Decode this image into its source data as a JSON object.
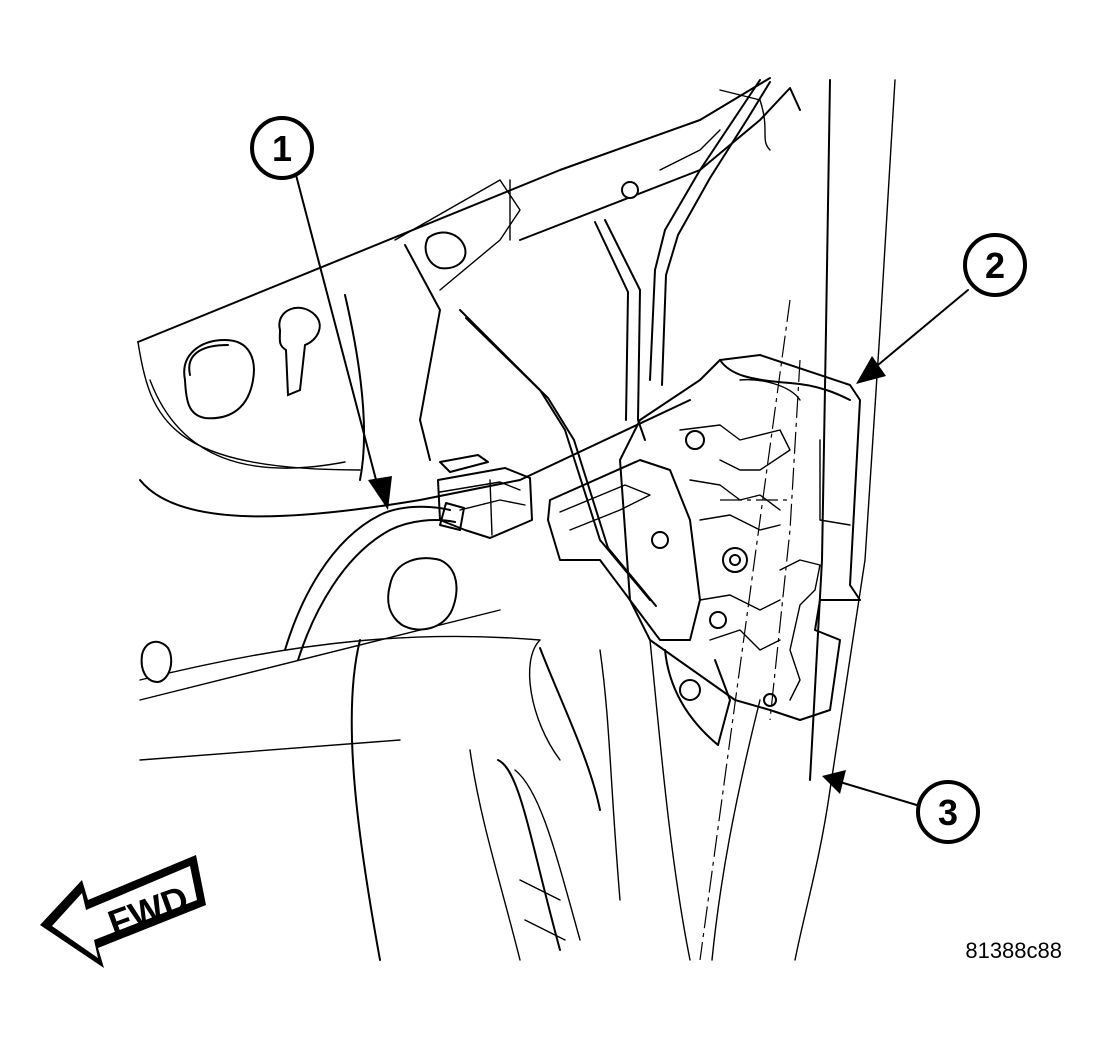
{
  "callouts": [
    {
      "id": "1",
      "label": "1"
    },
    {
      "id": "2",
      "label": "2"
    },
    {
      "id": "3",
      "label": "3"
    }
  ],
  "direction_indicator": {
    "label": "FWD",
    "icon": "left-arrow-icon"
  },
  "figure_id": "81388c88"
}
